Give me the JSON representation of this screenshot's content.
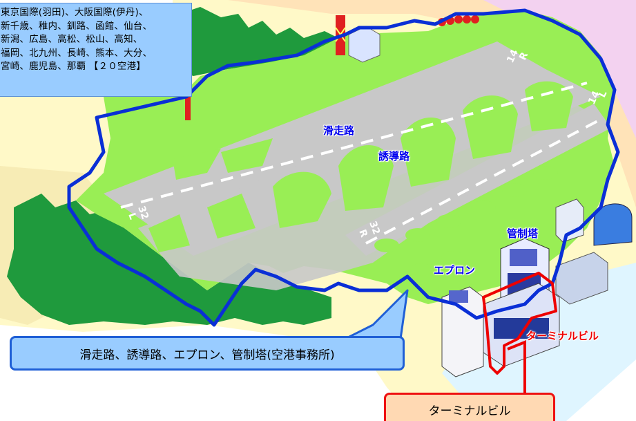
{
  "airport_list": {
    "lines": [
      "東京国際(羽田)、大阪国際(伊丹)、",
      "新千歳、稚内、釧路、函館、仙台、",
      "新潟、広島、高松、松山、高知、",
      "福岡、北九州、長崎、熊本、大分、",
      "宮崎、鹿児島、那覇 【２０空港】"
    ]
  },
  "labels": {
    "runway": "滑走路",
    "taxiway": "誘導路",
    "control_tower": "管制塔",
    "apron": "エプロン",
    "terminal_building": "ターミナルビル"
  },
  "runway_markings": {
    "rw14_top": "14",
    "rw14_top_suffix": "R",
    "rw14_right": "14",
    "rw14_right_suffix": "L",
    "rw32_left": "32",
    "rw32_left_suffix": "L",
    "rw32_right": "32",
    "rw32_right_suffix": "R"
  },
  "callouts": {
    "blue_box": "滑走路、誘導路、エプロン、管制塔(空港事務所)",
    "red_box": "ターミナルビル"
  },
  "colors": {
    "airfield_outline": "#0a2fd6",
    "terminal_outline": "#ee0000",
    "grass": "#99ee55",
    "pavement": "#c8c8c8",
    "label_box": "#99ccff"
  }
}
